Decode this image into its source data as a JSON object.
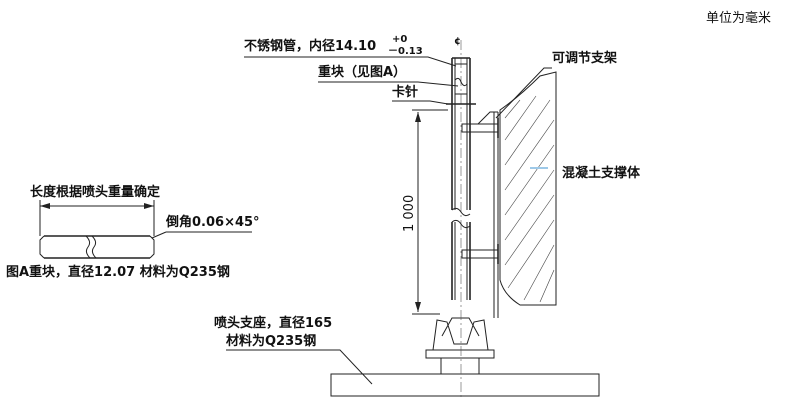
{
  "units_note": "单位为毫米",
  "labels": {
    "stainless_pipe": "不锈钢管，内径14.10",
    "tol_upper": "+0",
    "tol_lower": "－0.13",
    "weight_block": "重块（见图A）",
    "clip_pin": "卡针",
    "adjustable_bracket": "可调节支架",
    "concrete_support": "混凝土支撑体",
    "length_note": "长度根据喷头重量确定",
    "chamfer": "倒角0.06×45°",
    "figure_a": "图A重块，直径12.07 材料为Q235钢",
    "nozzle_seat_line1": "喷头支座，直径165",
    "nozzle_seat_line2": "材料为Q235钢",
    "dimension_1000": "1 000",
    "centerline_mark": "¢"
  }
}
